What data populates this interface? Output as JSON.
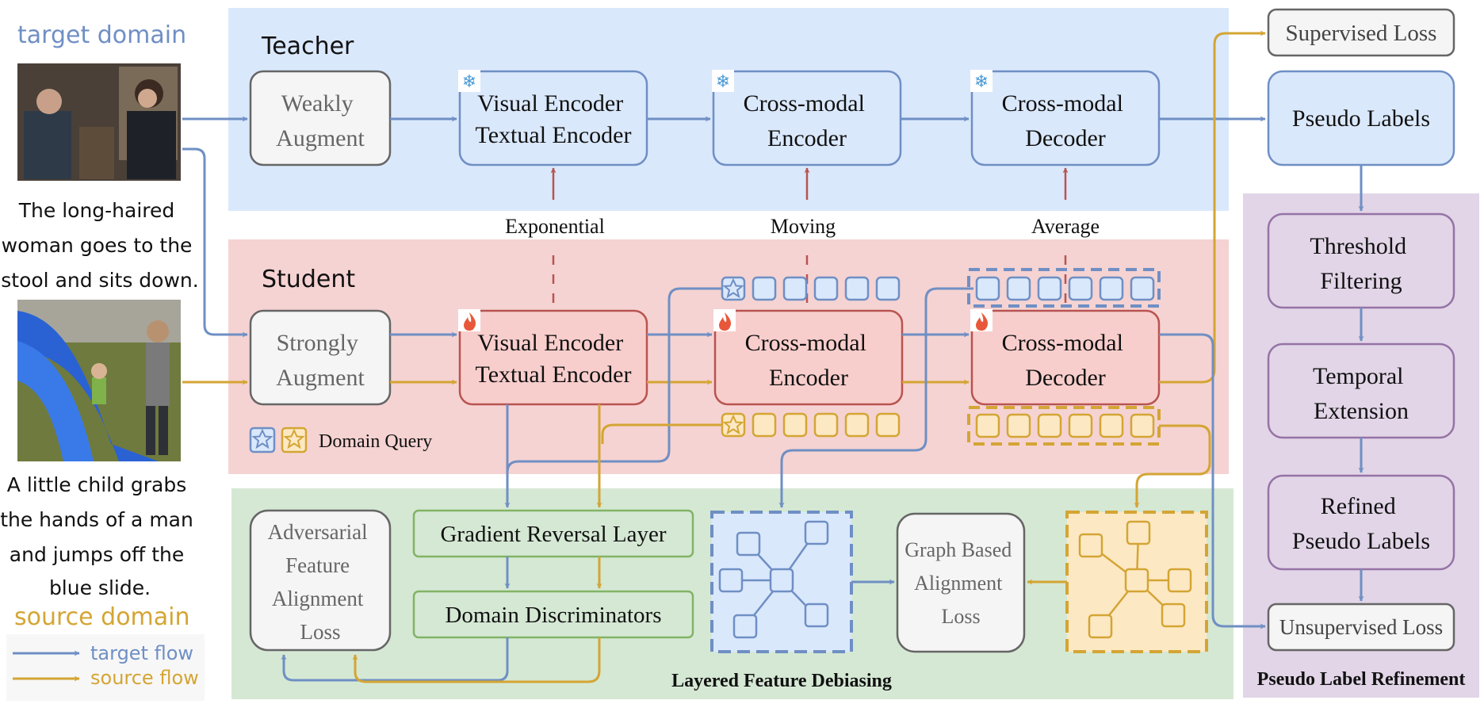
{
  "legend_left": {
    "target_domain": "target domain",
    "source_domain": "source domain",
    "target_flow": "target flow",
    "source_flow": "source flow"
  },
  "captions": {
    "target_lines": [
      "The long-haired",
      "woman goes to the",
      "stool and sits down."
    ],
    "source_lines": [
      "A little child grabs",
      "the hands of a man",
      "and jumps off the",
      "blue slide."
    ]
  },
  "teacher": {
    "title": "Teacher",
    "weak_aug": [
      "Weakly",
      "Augment"
    ],
    "encoders": [
      "Visual Encoder",
      "Textual Encoder"
    ],
    "cm_encoder": [
      "Cross-modal",
      "Encoder"
    ],
    "cm_decoder": [
      "Cross-modal",
      "Decoder"
    ]
  },
  "ema": [
    "Exponential",
    "Moving",
    "Average"
  ],
  "student": {
    "title": "Student",
    "strong_aug": [
      "Strongly",
      "Augment"
    ],
    "encoders": [
      "Visual Encoder",
      "Textual Encoder"
    ],
    "cm_encoder": [
      "Cross-modal",
      "Encoder"
    ],
    "cm_decoder": [
      "Cross-modal",
      "Decoder"
    ],
    "domain_query": "Domain Query"
  },
  "debias": {
    "title": "Layered Feature Debiasing",
    "adv_loss": [
      "Adversarial",
      "Feature",
      "Alignment",
      "Loss"
    ],
    "grl": "Gradient Reversal Layer",
    "discriminators": "Domain Discriminators",
    "graph_loss": [
      "Graph Based",
      "Alignment",
      "Loss"
    ]
  },
  "refine": {
    "title": "Pseudo Label Refinement",
    "supervised": "Supervised Loss",
    "pseudo": "Pseudo Labels",
    "threshold": [
      "Threshold",
      "Filtering"
    ],
    "temporal": [
      "Temporal",
      "Extension"
    ],
    "refined": [
      "Refined",
      "Pseudo Labels"
    ],
    "unsupervised": "Unsupervised Loss"
  },
  "colors": {
    "target": "#6f8fc4",
    "source": "#d4a534",
    "ema_arrow": "#b85450",
    "teacher_bg": "#dae8fc",
    "student_bg": "#f5d3d2",
    "debias_bg": "#d5e8d4",
    "refine_bg": "#e1d5e7"
  },
  "icons": {
    "frozen": "snowflake-icon",
    "trainable": "flame-icon",
    "query": "star-icon"
  }
}
